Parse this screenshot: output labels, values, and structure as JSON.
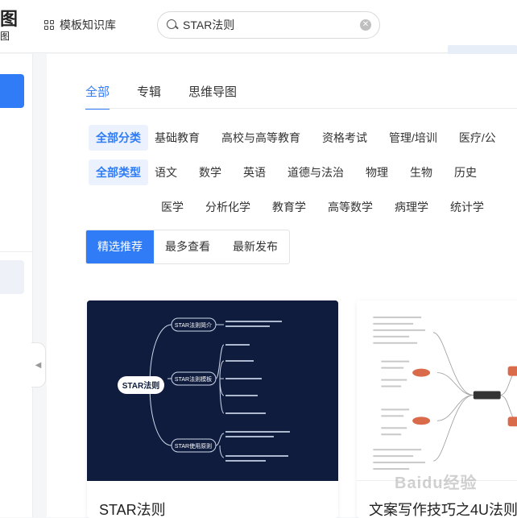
{
  "logo": {
    "char": "图",
    "sub": "图"
  },
  "header": {
    "kb_label": "模板知识库",
    "search_value": "STAR法则"
  },
  "tabs": [
    {
      "label": "全部",
      "active": true
    },
    {
      "label": "专辑"
    },
    {
      "label": "思维导图"
    }
  ],
  "filters": {
    "category_label": "全部分类",
    "categories": [
      "基础教育",
      "高校与高等教育",
      "资格考试",
      "管理/培训",
      "医疗/公"
    ],
    "type_label": "全部类型",
    "types_row1": [
      "语文",
      "数学",
      "英语",
      "道德与法治",
      "物理",
      "生物",
      "历史"
    ],
    "types_row2": [
      "医学",
      "分析化学",
      "教育学",
      "高等数学",
      "病理学",
      "统计学"
    ]
  },
  "sort": {
    "items": [
      "精选推荐",
      "最多查看",
      "最新发布"
    ],
    "active": 0
  },
  "cards": [
    {
      "title": "STAR法则",
      "mindmap": {
        "root": "STAR法则",
        "branches": [
          "STAR法则简介",
          "STAR法则模板",
          "STAR使用原则"
        ]
      }
    },
    {
      "title": "文案写作技巧之4U法则"
    }
  ],
  "watermark": "Baidu经验",
  "colors": {
    "accent": "#2f7cf6",
    "card_dark": "#0f1c3d"
  }
}
